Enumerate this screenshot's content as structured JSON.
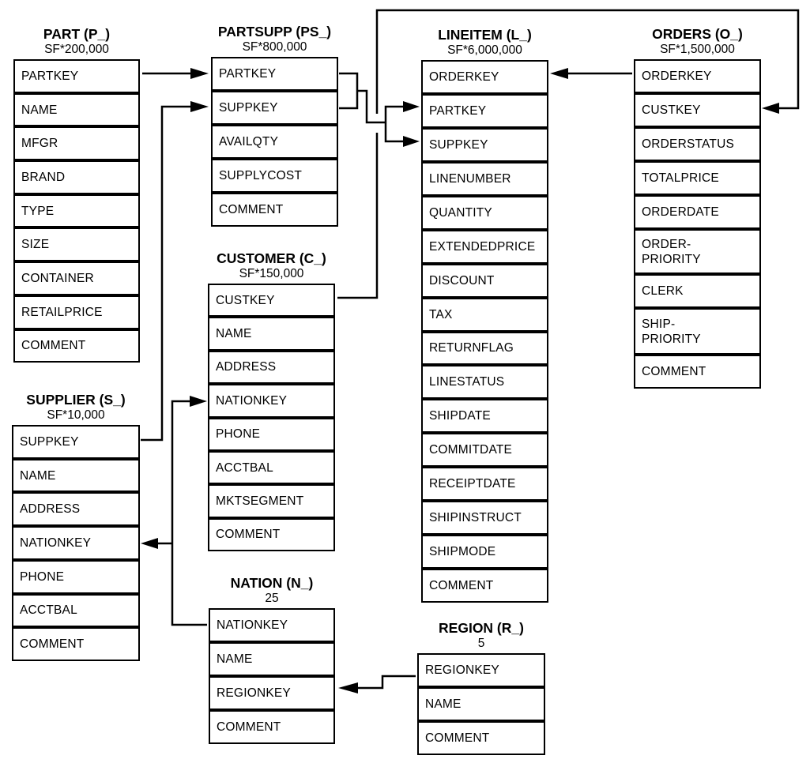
{
  "tables": [
    {
      "id": "part",
      "name": "PART (P_)",
      "cardinality": "SF*200,000",
      "columns": [
        "PARTKEY",
        "NAME",
        "MFGR",
        "BRAND",
        "TYPE",
        "SIZE",
        "CONTAINER",
        "RETAILPRICE",
        "COMMENT"
      ]
    },
    {
      "id": "partsupp",
      "name": "PARTSUPP (PS_)",
      "cardinality": "SF*800,000",
      "columns": [
        "PARTKEY",
        "SUPPKEY",
        "AVAILQTY",
        "SUPPLYCOST",
        "COMMENT"
      ]
    },
    {
      "id": "lineitem",
      "name": "LINEITEM (L_)",
      "cardinality": "SF*6,000,000",
      "columns": [
        "ORDERKEY",
        "PARTKEY",
        "SUPPKEY",
        "LINENUMBER",
        "QUANTITY",
        "EXTENDEDPRICE",
        "DISCOUNT",
        "TAX",
        "RETURNFLAG",
        "LINESTATUS",
        "SHIPDATE",
        "COMMITDATE",
        "RECEIPTDATE",
        "SHIPINSTRUCT",
        "SHIPMODE",
        "COMMENT"
      ]
    },
    {
      "id": "orders",
      "name": "ORDERS (O_)",
      "cardinality": "SF*1,500,000",
      "columns": [
        "ORDERKEY",
        "CUSTKEY",
        "ORDERSTATUS",
        "TOTALPRICE",
        "ORDERDATE",
        "ORDER-PRIORITY",
        "CLERK",
        "SHIP-PRIORITY",
        "COMMENT"
      ]
    },
    {
      "id": "customer",
      "name": "CUSTOMER (C_)",
      "cardinality": "SF*150,000",
      "columns": [
        "CUSTKEY",
        "NAME",
        "ADDRESS",
        "NATIONKEY",
        "PHONE",
        "ACCTBAL",
        "MKTSEGMENT",
        "COMMENT"
      ]
    },
    {
      "id": "supplier",
      "name": "SUPPLIER (S_)",
      "cardinality": "SF*10,000",
      "columns": [
        "SUPPKEY",
        "NAME",
        "ADDRESS",
        "NATIONKEY",
        "PHONE",
        "ACCTBAL",
        "COMMENT"
      ]
    },
    {
      "id": "nation",
      "name": "NATION (N_)",
      "cardinality": "25",
      "columns": [
        "NATIONKEY",
        "NAME",
        "REGIONKEY",
        "COMMENT"
      ]
    },
    {
      "id": "region",
      "name": "REGION (R_)",
      "cardinality": "5",
      "columns": [
        "REGIONKEY",
        "NAME",
        "COMMENT"
      ]
    }
  ],
  "relationships": [
    {
      "from": "PART.PARTKEY",
      "to": "PARTSUPP.PARTKEY"
    },
    {
      "from": "SUPPLIER.SUPPKEY",
      "to": "PARTSUPP.SUPPKEY"
    },
    {
      "from": "PARTSUPP.PARTKEY",
      "to": "LINEITEM.PARTKEY"
    },
    {
      "from": "PARTSUPP.SUPPKEY",
      "to": "LINEITEM.SUPPKEY"
    },
    {
      "from": "ORDERS.ORDERKEY",
      "to": "LINEITEM.ORDERKEY"
    },
    {
      "from": "CUSTOMER.CUSTKEY",
      "to": "ORDERS.CUSTKEY"
    },
    {
      "from": "NATION.NATIONKEY",
      "to": "CUSTOMER.NATIONKEY"
    },
    {
      "from": "NATION.NATIONKEY",
      "to": "SUPPLIER.NATIONKEY"
    },
    {
      "from": "REGION.REGIONKEY",
      "to": "NATION.REGIONKEY"
    }
  ],
  "colors": {
    "line": "#000000",
    "text": "#000000",
    "background": "#ffffff"
  }
}
